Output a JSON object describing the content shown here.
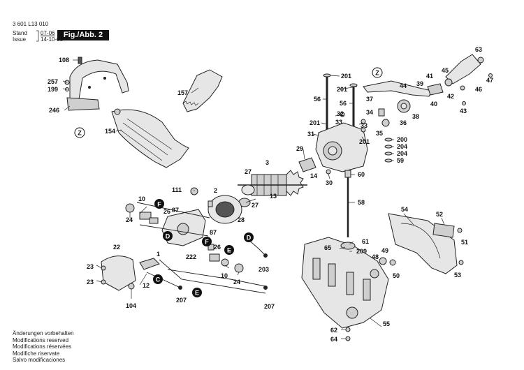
{
  "header": {
    "doc_number": "3 601 L13 010",
    "stand_label": "Stand",
    "issue_label": "Issue",
    "stand_date": "07-06",
    "issue_date": "14-10-08",
    "figure_label": "Fig./Abb. 2"
  },
  "notes": [
    "Änderungen vorbehalten",
    "Modifications reserved",
    "Modifications réservées",
    "Modifiche riservate",
    "Salvo modificaciones"
  ],
  "part_numbers": {
    "p108": "108",
    "p257": "257",
    "p199": "199",
    "p246": "246",
    "p154": "154",
    "p157": "157",
    "p201a": "201",
    "p201b": "201",
    "p201c": "201",
    "p201d": "201",
    "p56a": "56",
    "p56b": "56",
    "p32": "32",
    "p33": "33",
    "p34": "34",
    "p35": "35",
    "p31": "31",
    "p29": "29",
    "p14": "14",
    "p30": "30",
    "p60": "60",
    "p58": "58",
    "p37": "37",
    "p44": "44",
    "p39": "39",
    "p41": "41",
    "p38": "38",
    "p36": "36",
    "p40": "40",
    "p45": "45",
    "p63": "63",
    "p47": "47",
    "p42": "42",
    "p43": "43",
    "p46": "46",
    "p200": "200",
    "p204a": "204",
    "p204b": "204",
    "p59": "59",
    "p27a": "27",
    "p27b": "27",
    "p3": "3",
    "p13": "13",
    "p2": "2",
    "p111": "111",
    "p28": "28",
    "p10a": "10",
    "p10b": "10",
    "p26a": "26",
    "p26b": "26",
    "p87a": "87",
    "p87b": "87",
    "p24a": "24",
    "p24b": "24",
    "p1": "1",
    "p222": "222",
    "p22": "22",
    "p23a": "23",
    "p23b": "23",
    "p12": "12",
    "p207a": "207",
    "p207b": "207",
    "p104": "104",
    "p203": "203",
    "p54": "54",
    "p52": "52",
    "p51": "51",
    "p53": "53",
    "p65": "65",
    "p61": "61",
    "p209": "209",
    "p49": "49",
    "p48": "48",
    "p50": "50",
    "p55": "55",
    "p62": "62",
    "p64": "64"
  },
  "connector_labels": {
    "f1": "F",
    "f2": "F",
    "d1": "D",
    "d2": "D",
    "e1": "E",
    "e2": "E",
    "c1": "C",
    "z1": "Z",
    "z2": "Z"
  },
  "colors": {
    "ink": "#111111",
    "paper": "#ffffff",
    "part_fill": "#e6e6e6",
    "banner": "#111111"
  }
}
